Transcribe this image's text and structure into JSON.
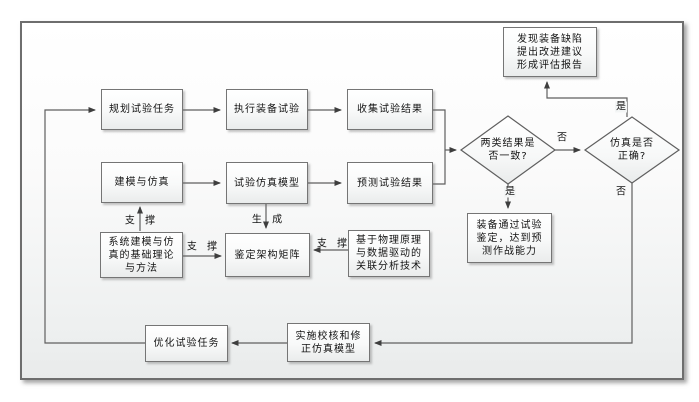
{
  "diagram": {
    "type": "flowchart",
    "language": "zh-CN",
    "colors": {
      "frame_border": "#6e6e6e",
      "connector": "#5f5f5f",
      "node_border": "#757575",
      "node_fill_top": "#ffffff",
      "node_fill_bottom": "#eaecec",
      "text": "#141414",
      "background": "#ffffff"
    },
    "nodes": {
      "plan_test_task": {
        "label": "规划试验任务"
      },
      "execute_equipment_test": {
        "label": "执行装备试验"
      },
      "collect_test_results": {
        "label": "收集试验结果"
      },
      "modeling_and_simulation": {
        "label": "建模与仿真"
      },
      "test_simulation_model": {
        "label": "试验仿真模型"
      },
      "predict_test_results": {
        "label": "预测试验结果"
      },
      "defect_report": {
        "label": "发现装备缺陷\n提出改进建议\n形成评估报告"
      },
      "results_consistent_decision": {
        "label": "两类结果是\n否一致?"
      },
      "simulation_correct_decision": {
        "label": "仿真是否\n正确?"
      },
      "equipment_qualified": {
        "label": "装备通过试验\n鉴定，达到预\n测作战能力"
      },
      "system_modeling_theory": {
        "label": "系统建模与仿\n真的基础理论\n与方法"
      },
      "qualification_architecture_matrix": {
        "label": "鉴定架构矩阵"
      },
      "physics_data_correlation": {
        "label": "基于物理原理\n与数据驱动的\n关联分析技术"
      },
      "optimize_test_task": {
        "label": "优化试验任务"
      },
      "verify_correct_model": {
        "label": "实施校核和修\n正仿真模型"
      }
    },
    "edge_labels": {
      "support_up": "支 撑",
      "support_left": "支 撑",
      "support_right": "支 撑",
      "generate": "生 成",
      "consistent_yes": "是",
      "consistent_no": "否",
      "correct_yes": "是",
      "correct_no": "否"
    }
  }
}
